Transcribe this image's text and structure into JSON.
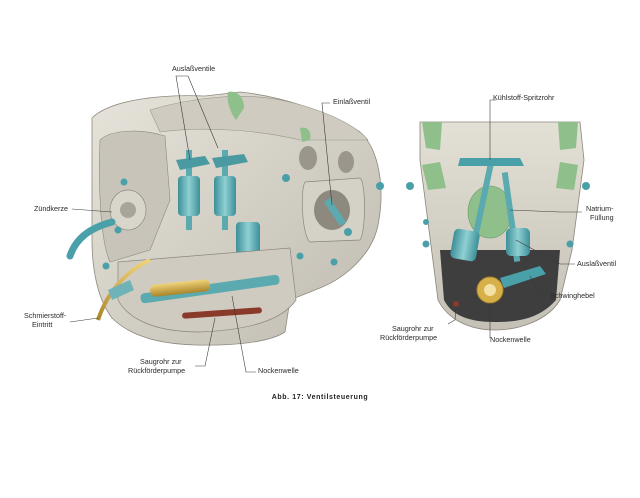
{
  "figure": {
    "caption": "Abb. 17:  Ventilsteuerung"
  },
  "labels": {
    "auslassventile": "Auslaßventile",
    "einlassventil": "Einlaßventil",
    "zuendkerze": "Zündkerze",
    "schmierstoff_line1": "Schmierstoff-",
    "schmierstoff_line2": "Eintritt",
    "saugrohr_left_line1": "Saugrohr zur",
    "saugrohr_left_line2": "Rückförderpumpe",
    "nockenwelle_left": "Nockenwelle",
    "kuehlstoff": "Kühlstoff-Spritzrohr",
    "natrium_line1": "Natrium-",
    "natrium_line2": "Füllung",
    "auslassventil_right": "Auslaßventil",
    "schwinghebel": "Schwinghebel",
    "saugrohr_right_line1": "Saugrohr zur",
    "saugrohr_right_line2": "Rückförderpumpe",
    "nockenwelle_right": "Nockenwelle"
  },
  "colors": {
    "casting": "#d9d6cc",
    "casting_dark": "#b9b5aa",
    "steel_blue": "#4aa0a8",
    "steel_blue_light": "#7cc2c6",
    "coolant_green": "#8fbf8a",
    "brass": "#c9a440",
    "oil_red": "#8a3a2a"
  }
}
